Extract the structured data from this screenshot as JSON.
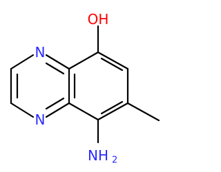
{
  "molecule": {
    "colors": {
      "bond": "#000000",
      "nitrogen": "#2a2aff",
      "oxygen": "#ff0000"
    },
    "labels": {
      "hydroxyl": "OH",
      "ring_nitrogen_top": "N",
      "ring_nitrogen_bottom": "N",
      "amino_main": "NH",
      "amino_sub": "2"
    }
  }
}
